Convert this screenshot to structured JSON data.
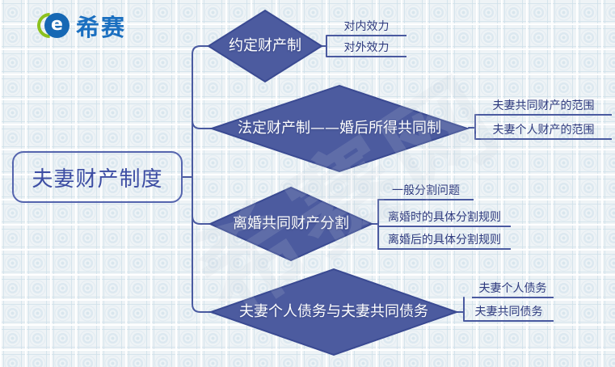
{
  "logo": {
    "text": "希赛",
    "icon_letter": "e"
  },
  "watermark": {
    "text": "希赛网"
  },
  "mindmap": {
    "root": {
      "label": "夫妻财产制度"
    },
    "branches": [
      {
        "label": "约定财产制",
        "children": [
          {
            "label": "对内效力"
          },
          {
            "label": "对外效力"
          }
        ]
      },
      {
        "label": "法定财产制——婚后所得共同制",
        "children": [
          {
            "label": "夫妻共同财产的范围"
          },
          {
            "label": "夫妻个人财产的范围"
          }
        ]
      },
      {
        "label": "离婚共同财产分割",
        "children": [
          {
            "label": "一般分割问题"
          },
          {
            "label": "离婚时的具体分割规则"
          },
          {
            "label": "离婚后的具体分割规则"
          }
        ]
      },
      {
        "label": "夫妻个人债务与夫妻共同债务",
        "children": [
          {
            "label": "夫妻个人债务"
          },
          {
            "label": "夫妻共同债务"
          }
        ]
      }
    ]
  },
  "colors": {
    "diamond_fill": "#4c5b9f",
    "diamond_border": "#3a4a92",
    "connector": "#4a5aa0",
    "leaf_text": "#2e3a7e",
    "root_text": "#3c4da3",
    "root_border": "#5565ae",
    "logo_blue": "#1a6fc0",
    "logo_green": "#8cc11e",
    "canvas_bg": "#eef3f6"
  }
}
